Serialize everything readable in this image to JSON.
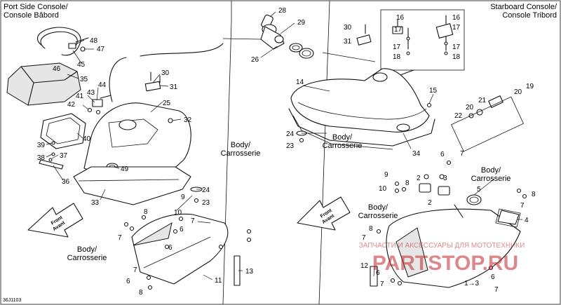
{
  "titles": {
    "port": [
      "Port Side Console/",
      "Console Bâbord"
    ],
    "starboard": [
      "Starboard Console/",
      "Console Tribord"
    ]
  },
  "body_labels": [
    "Body/",
    "Carrosserie"
  ],
  "front_arrow": [
    "Front",
    "Avant"
  ],
  "diagram_code": "36J1103",
  "arrow_note": "1→3",
  "watermark": {
    "top": "ЗАПЧАСТИ И АКСЕССУАРЫ ДЛЯ МОТОТЕХНИКИ",
    "brand": "PARTSTOP.RU",
    "color": "#c0282d"
  },
  "callouts": [
    {
      "id": "p28",
      "text": "28"
    },
    {
      "id": "p29",
      "text": "29"
    },
    {
      "id": "p26",
      "text": "26"
    },
    {
      "id": "p48",
      "text": "48"
    },
    {
      "id": "p47",
      "text": "47"
    },
    {
      "id": "p45",
      "text": "45"
    },
    {
      "id": "p46",
      "text": "46"
    },
    {
      "id": "p35",
      "text": "35"
    },
    {
      "id": "p44",
      "text": "44"
    },
    {
      "id": "p43",
      "text": "43"
    },
    {
      "id": "p41",
      "text": "41"
    },
    {
      "id": "p42",
      "text": "42"
    },
    {
      "id": "p30a",
      "text": "30"
    },
    {
      "id": "p31a",
      "text": "31"
    },
    {
      "id": "p25",
      "text": "25"
    },
    {
      "id": "p32",
      "text": "32"
    },
    {
      "id": "p40",
      "text": "40"
    },
    {
      "id": "p39",
      "text": "39"
    },
    {
      "id": "p38",
      "text": "38"
    },
    {
      "id": "p37",
      "text": "37"
    },
    {
      "id": "p36",
      "text": "36"
    },
    {
      "id": "p49",
      "text": "49"
    },
    {
      "id": "p33",
      "text": "33"
    },
    {
      "id": "p24a",
      "text": "24"
    },
    {
      "id": "p23a",
      "text": "23"
    },
    {
      "id": "p9a",
      "text": "9"
    },
    {
      "id": "p10a",
      "text": "10"
    },
    {
      "id": "p8a",
      "text": "8"
    },
    {
      "id": "p7a",
      "text": "7"
    },
    {
      "id": "p7b",
      "text": "7"
    },
    {
      "id": "p6a",
      "text": "6"
    },
    {
      "id": "p6b",
      "text": "6"
    },
    {
      "id": "p11",
      "text": "11"
    },
    {
      "id": "p13",
      "text": "13"
    },
    {
      "id": "p7c",
      "text": "7"
    },
    {
      "id": "p6c",
      "text": "6"
    },
    {
      "id": "p8b",
      "text": "8"
    },
    {
      "id": "p30b",
      "text": "30"
    },
    {
      "id": "p31b",
      "text": "31"
    },
    {
      "id": "p16a",
      "text": "16"
    },
    {
      "id": "p17a",
      "text": "17"
    },
    {
      "id": "p17b",
      "text": "17"
    },
    {
      "id": "p18a",
      "text": "18"
    },
    {
      "id": "p16b",
      "text": "16"
    },
    {
      "id": "p17c",
      "text": "17"
    },
    {
      "id": "p17d",
      "text": "17"
    },
    {
      "id": "p18b",
      "text": "18"
    },
    {
      "id": "p14",
      "text": "14"
    },
    {
      "id": "p15",
      "text": "15"
    },
    {
      "id": "p19",
      "text": "19"
    },
    {
      "id": "p20a",
      "text": "20"
    },
    {
      "id": "p21",
      "text": "21"
    },
    {
      "id": "p20b",
      "text": "20"
    },
    {
      "id": "p22",
      "text": "22"
    },
    {
      "id": "p24b",
      "text": "24"
    },
    {
      "id": "p23b",
      "text": "23"
    },
    {
      "id": "p34",
      "text": "34"
    },
    {
      "id": "p6d",
      "text": "6"
    },
    {
      "id": "p7d",
      "text": "7"
    },
    {
      "id": "p9b",
      "text": "9"
    },
    {
      "id": "p10b",
      "text": "10"
    },
    {
      "id": "p8c",
      "text": "8"
    },
    {
      "id": "p2a",
      "text": "2"
    },
    {
      "id": "p3",
      "text": "3"
    },
    {
      "id": "p2b",
      "text": "2"
    },
    {
      "id": "p5",
      "text": "5"
    },
    {
      "id": "p8d",
      "text": "8"
    },
    {
      "id": "p7e",
      "text": "7"
    },
    {
      "id": "p4",
      "text": "4"
    },
    {
      "id": "p8e",
      "text": "8"
    },
    {
      "id": "p7f",
      "text": "7"
    },
    {
      "id": "p12",
      "text": "12"
    },
    {
      "id": "p6e",
      "text": "6"
    },
    {
      "id": "p7g",
      "text": "7"
    },
    {
      "id": "p6f",
      "text": "6"
    },
    {
      "id": "p7h",
      "text": "7"
    }
  ]
}
